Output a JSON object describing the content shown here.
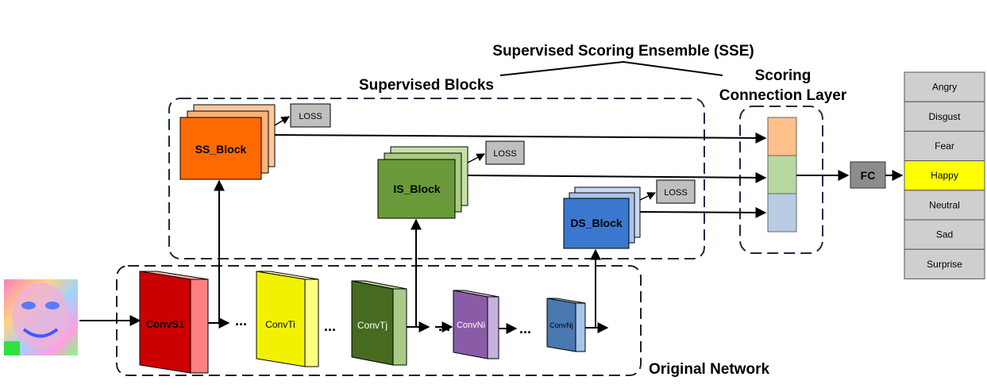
{
  "titles": {
    "sse": "Supervised Scoring Ensemble (SSE)",
    "supervised_blocks": "Supervised Blocks",
    "scoring_line1": "Scoring",
    "scoring_line2": "Connection Layer",
    "original_network": "Original Network"
  },
  "blocks": {
    "ss": "SS_Block",
    "is": "IS_Block",
    "ds": "DS_Block"
  },
  "loss_label": "LOSS",
  "conv_layers": {
    "s1": "ConvS1",
    "ti": "ConvTi",
    "tj": "ConvTj",
    "ni": "ConvNi",
    "nj": "ConvNj"
  },
  "ellipsis": "...",
  "fc_label": "FC",
  "classes": [
    "Angry",
    "Disgust",
    "Fear",
    "Happy",
    "Neutral",
    "Sad",
    "Surprise"
  ],
  "highlighted_class": "Happy",
  "colors": {
    "ss_block": "#ff6a00",
    "is_block": "#6a9a3a",
    "ds_block": "#3a78d0",
    "conv_s1": "#cc0000",
    "conv_ti": "#f2f200",
    "conv_tj": "#466a1e",
    "conv_ni": "#8a5ca8",
    "conv_nj": "#4a78b0",
    "highlight": "#ffff00",
    "class_bg": "#cfcfcf",
    "dash": "#1a2a4a"
  }
}
